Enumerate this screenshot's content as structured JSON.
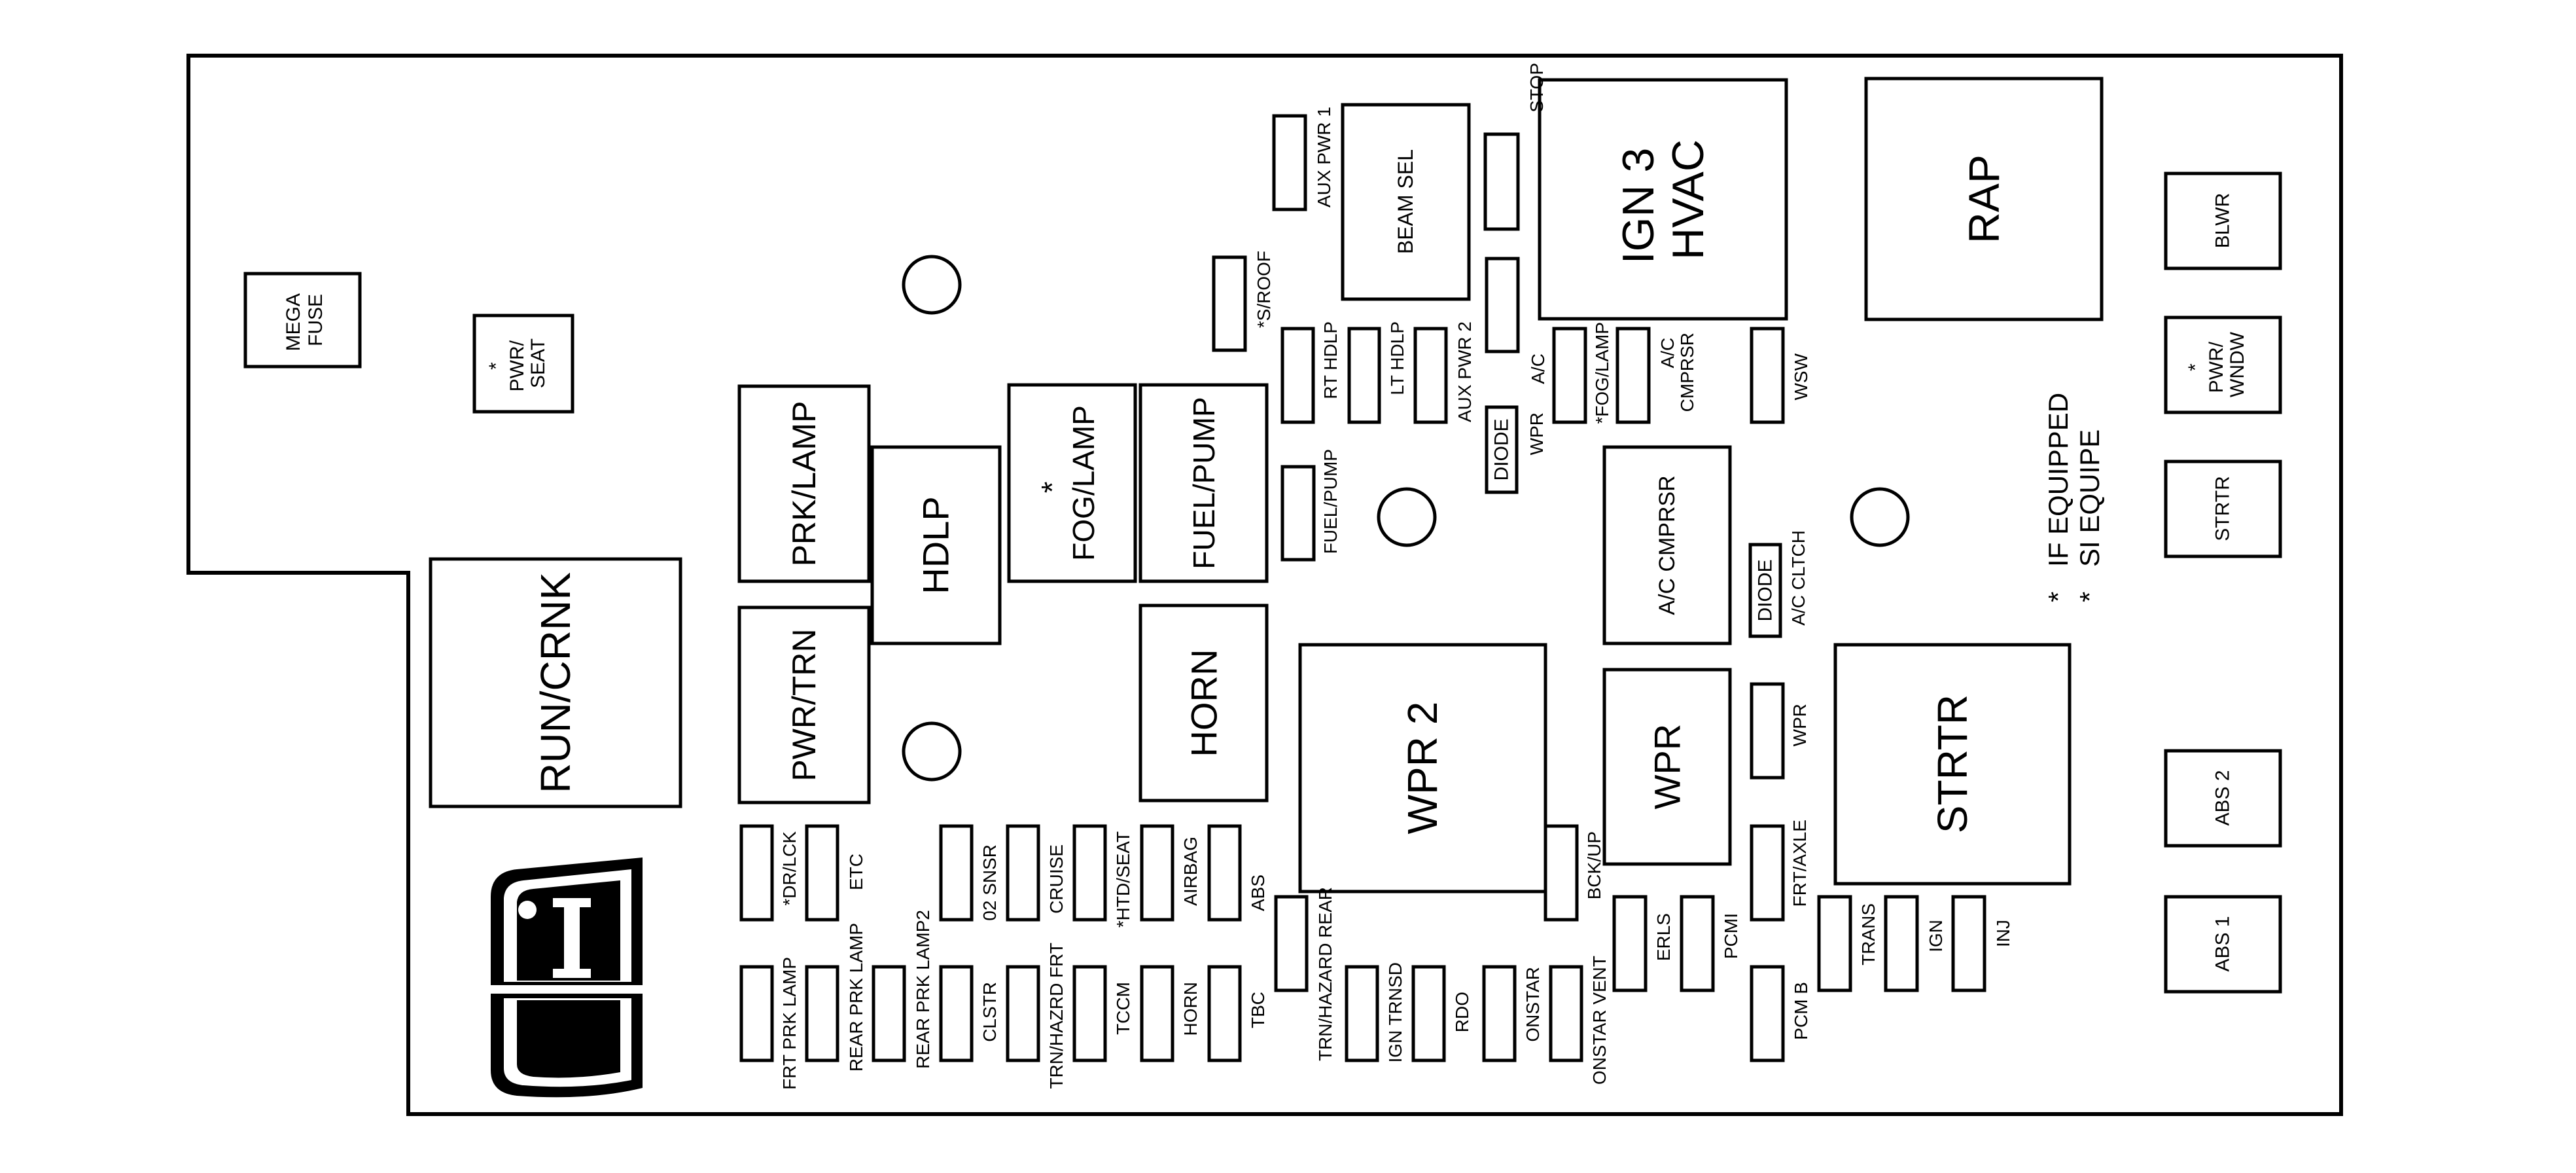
{
  "colors": {
    "stroke": "#000000",
    "fill": "#ffffff",
    "book_fill": "#000000"
  },
  "footnote": [
    {
      "marker": "*",
      "text": "IF EQUIPPED"
    },
    {
      "marker": "*",
      "text": "SI EQUIPE"
    }
  ],
  "icons": {
    "manual": "owner-manual-book-icon"
  },
  "components": {
    "mega_fuse": [
      "MEGA",
      "FUSE"
    ],
    "pwr_seat": [
      "*",
      "PWR/",
      "SEAT"
    ],
    "run_crnk": "RUN/CRNK",
    "prk_lamp": "PRK/LAMP",
    "pwr_trn": "PWR/TRN",
    "hdlp": "HDLP",
    "fog_lamp_relay": [
      "*",
      "FOG/LAMP"
    ],
    "fuel_pump_relay": "FUEL/PUMP",
    "horn_relay": "HORN",
    "wpr2_relay": "WPR 2",
    "beam_sel": "BEAM SEL",
    "ign3_hvac": [
      "IGN 3",
      "HVAC"
    ],
    "rap": "RAP",
    "blwr": "BLWR",
    "pwr_wndw": [
      "*",
      "PWR/",
      "WNDW"
    ],
    "strtr_small": "STRTR",
    "abs2": "ABS 2",
    "abs1": "ABS 1",
    "ac_cmprsr_relay": "A/C CMPRSR",
    "wpr_relay": "WPR",
    "strtr_relay": "STRTR",
    "diode_top": "DIODE",
    "diode_mid": "DIODE"
  },
  "fuses": {
    "aux_pwr1": "AUX PWR 1",
    "stop": "STOP",
    "s_roof": "*S/ROOF",
    "rt_hdlp": "RT HDLP",
    "lt_hdlp": "LT HDLP",
    "aux_pwr2": "AUX PWR 2",
    "wpr_small": "WPR",
    "ac": "A/C",
    "fog_lamp_fuse": "*FOG/LAMP",
    "ac_cmprsr_fuse": [
      "A/C",
      "CMPRSR"
    ],
    "wsw": "WSW",
    "fuel_pump_fuse": "FUEL/PUMP",
    "ac_cltch": "A/C CLTCH",
    "wpr_mini": "WPR",
    "frt_axle": "FRT/AXLE",
    "bck_up": "BCK/UP",
    "dr_lck": "*DR/LCK",
    "etc": "ETC",
    "o2_snsr": "02 SNSR",
    "cruise": "CRUISE",
    "htd_seat": "*HTD/SEAT",
    "airbag": "AIRBAG",
    "abs_fuse": "ABS",
    "trn_hazard_rear": "TRN/HAZARD REAR",
    "erls": "ERLS",
    "pcmi": "PCMI",
    "trans": "TRANS",
    "ign": "IGN",
    "inj": "INJ",
    "frt_prk_lamp": "FRT PRK LAMP",
    "rear_prk_lamp": "REAR PRK LAMP",
    "rear_prk_lamp2": "REAR PRK LAMP2",
    "clstr": "CLSTR",
    "trn_hazrd_frt": "TRN/HAZRD FRT",
    "tccm": "TCCM",
    "horn_fuse": "HORN",
    "tbc": "TBC",
    "ign_trnsd": "IGN TRNSD",
    "rdo": "RDO",
    "onstar": "ONSTAR",
    "onstar_vent": "ONSTAR VENT",
    "pcm_b": "PCM B"
  }
}
